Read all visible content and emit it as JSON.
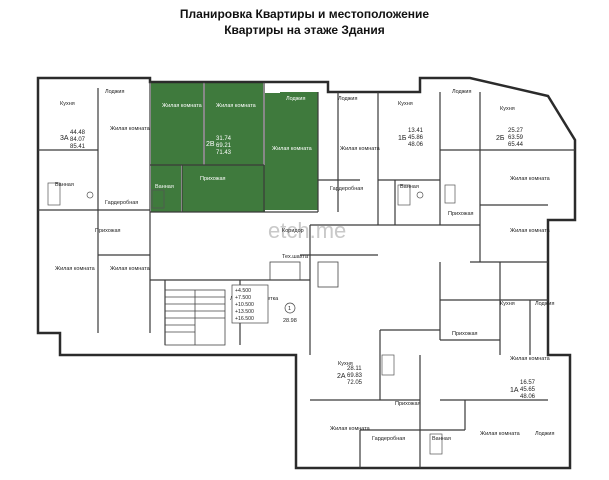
{
  "header": {
    "line1": "Планировка Квартиры и местоположение",
    "line2": "Квартиры на этаже Здания"
  },
  "colors": {
    "highlight": "#3f7a3d",
    "wall": "#2b2b2b",
    "background": "#ffffff"
  },
  "watermark": "etch.me",
  "rooms": {
    "kitchen": "Кухня",
    "living": "Жилая комната",
    "loggia": "Лоджия",
    "bath": "Ванная",
    "hall": "Прихожая",
    "wardrobe": "Гардеробная",
    "corridor": "Коридор",
    "stairs": "Лестничная клетка",
    "techshaft": "Тех.шахта"
  },
  "apartments": {
    "a3": {
      "code": "3А",
      "areas": [
        "44.48",
        "84.07",
        "85.41"
      ]
    },
    "a2v": {
      "code": "2В",
      "areas": [
        "31.74",
        "69.21",
        "71.43"
      ]
    },
    "a1b": {
      "code": "1Б",
      "areas": [
        "13.41",
        "45.86",
        "48.06"
      ]
    },
    "a2b": {
      "code": "2Б",
      "areas": [
        "25.27",
        "63.59",
        "65.44"
      ]
    },
    "a2a": {
      "code": "2А",
      "areas": [
        "28.11",
        "69.83",
        "72.05"
      ]
    },
    "a1a": {
      "code": "1А",
      "areas": [
        "16.57",
        "45.65",
        "48.06"
      ]
    }
  },
  "levels": [
    "+4.500",
    "+7.500",
    "+10.500",
    "+13.500",
    "+16.500"
  ],
  "corridor_area": "28.98",
  "corridor_number": "1"
}
